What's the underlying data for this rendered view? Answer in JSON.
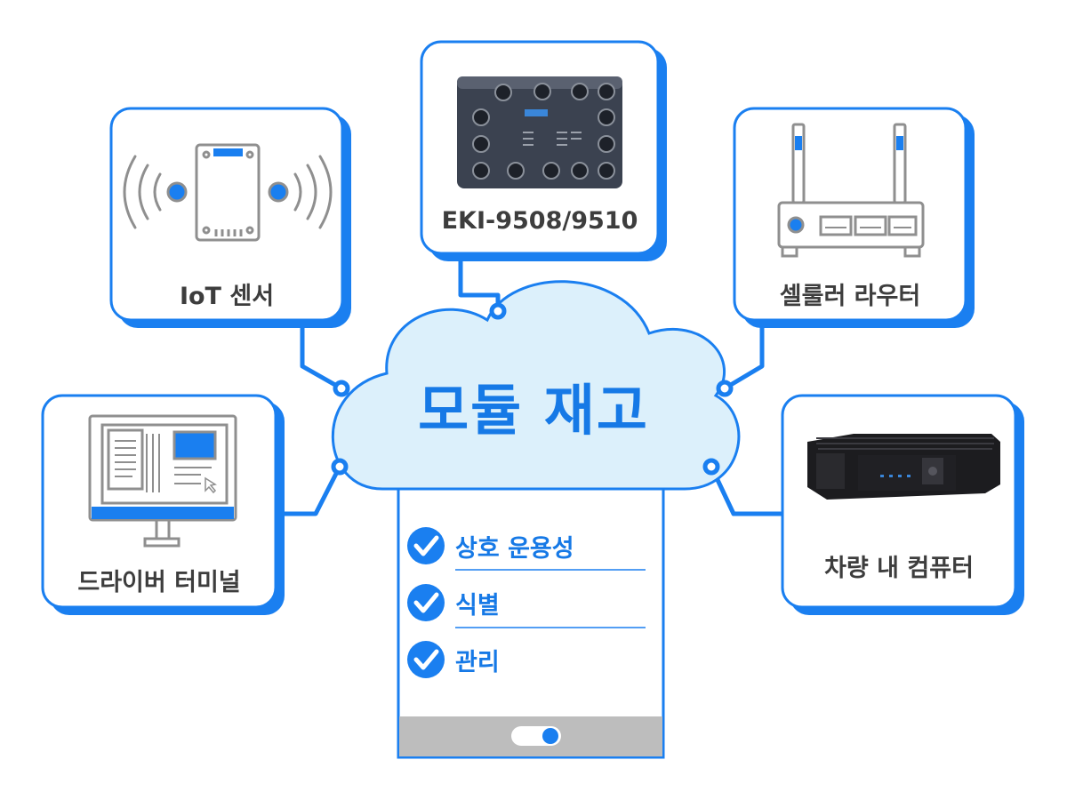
{
  "title": "모듈 재고",
  "nodes": {
    "iot_sensor": "IoT 센서",
    "eki_switch": "EKI-9508/9510",
    "cellular_router": "셀룰러 라우터",
    "driver_terminal": "드라이버 터미널",
    "vehicle_computer": "차량 내 컴퓨터"
  },
  "features": [
    "상호 운용성",
    "식별",
    "관리"
  ],
  "colors": {
    "accent": "#1a7ff0",
    "cloud_fill": "#dcf0fb",
    "text": "#3d3d3d",
    "panel_bar": "#bdbdbd"
  },
  "icons": [
    "signal-wave-icon",
    "sensor-board-icon",
    "industrial-switch-icon",
    "router-icon",
    "monitor-icon",
    "embedded-pc-icon",
    "check-circle-icon",
    "toggle-icon"
  ]
}
